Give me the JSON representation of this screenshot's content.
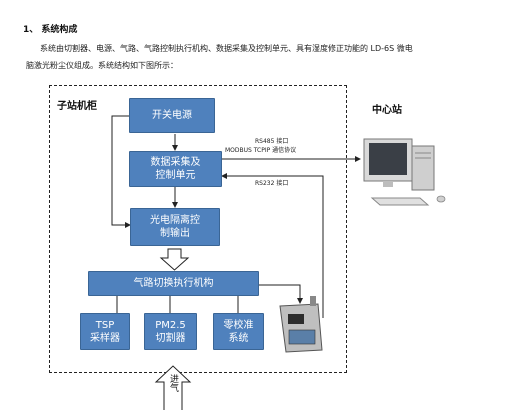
{
  "section": {
    "title": "1、 系统构成",
    "paragraph_line1": "系统由切割器、电源、气路、气路控制执行机构、数据采集及控制单元、具有湿度修正功能的 LD-6S 微电",
    "paragraph_line2": "脑激光粉尘仪组成。系统结构如下图所示："
  },
  "diagram": {
    "cabinet_title": "子站机柜",
    "center_title": "中心站",
    "power_box": "开关电源",
    "daq_box": "数据采集及\n控制单元",
    "isolation_box": "光电隔离控\n制输出",
    "gas_box": "气路切换执行机构",
    "tsp_box": "TSP\n采样器",
    "pm25_box": "PM2.5\n切割器",
    "zero_box": "零校准\n系统",
    "inlet_label": "进气",
    "link_rs485": "RS485 接口",
    "link_modbus": "MODBUS TCPIP 通信协议",
    "link_rs232": "RS232 接口"
  },
  "colors": {
    "box_fill": "#4f81bd",
    "box_text": "#ffffff"
  }
}
